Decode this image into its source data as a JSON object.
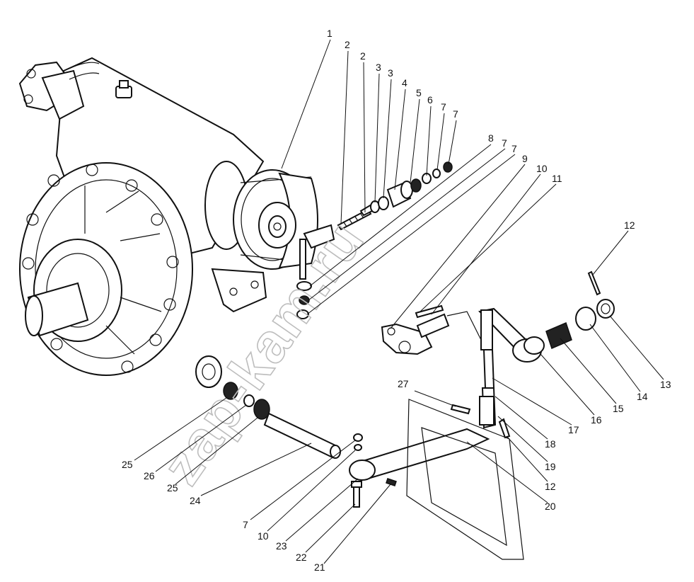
{
  "watermark": "zap-kam.ru",
  "callouts": [
    {
      "id": "1",
      "text": "1"
    },
    {
      "id": "2a",
      "text": "2"
    },
    {
      "id": "2b",
      "text": "2"
    },
    {
      "id": "3a",
      "text": "3"
    },
    {
      "id": "3b",
      "text": "3"
    },
    {
      "id": "4",
      "text": "4"
    },
    {
      "id": "5",
      "text": "5"
    },
    {
      "id": "6",
      "text": "6"
    },
    {
      "id": "7a",
      "text": "7"
    },
    {
      "id": "7b",
      "text": "7"
    },
    {
      "id": "8",
      "text": "8"
    },
    {
      "id": "7c",
      "text": "7"
    },
    {
      "id": "7d",
      "text": "7"
    },
    {
      "id": "9",
      "text": "9"
    },
    {
      "id": "10",
      "text": "10"
    },
    {
      "id": "11",
      "text": "11"
    },
    {
      "id": "12a",
      "text": "12"
    },
    {
      "id": "13",
      "text": "13"
    },
    {
      "id": "14",
      "text": "14"
    },
    {
      "id": "15",
      "text": "15"
    },
    {
      "id": "16",
      "text": "16"
    },
    {
      "id": "17",
      "text": "17"
    },
    {
      "id": "18",
      "text": "18"
    },
    {
      "id": "19",
      "text": "19"
    },
    {
      "id": "12b",
      "text": "12"
    },
    {
      "id": "20",
      "text": "20"
    },
    {
      "id": "27",
      "text": "27"
    },
    {
      "id": "25a",
      "text": "25"
    },
    {
      "id": "26",
      "text": "26"
    },
    {
      "id": "25b",
      "text": "25"
    },
    {
      "id": "24",
      "text": "24"
    },
    {
      "id": "7e",
      "text": "7"
    },
    {
      "id": "10b",
      "text": "10"
    },
    {
      "id": "23",
      "text": "23"
    },
    {
      "id": "22",
      "text": "22"
    },
    {
      "id": "21",
      "text": "21"
    }
  ]
}
